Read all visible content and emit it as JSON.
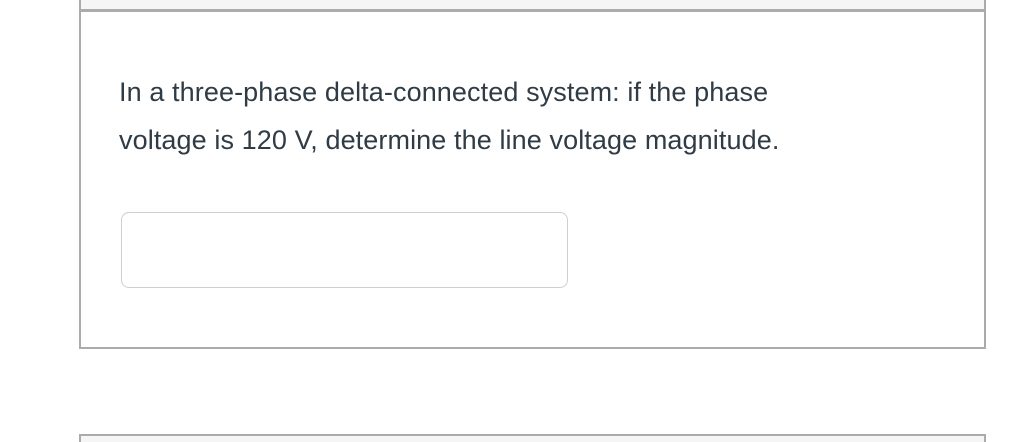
{
  "question_card": {
    "question": {
      "lines": [
        "In a three-phase delta-connected system: if the phase",
        "voltage is 120 V, determine the line voltage magnitude."
      ],
      "full_text": "In a three-phase delta-connected system: if the phase voltage is 120 V, determine the line voltage magnitude.",
      "phase_voltage_value_shown": "120 V"
    },
    "answer_input": {
      "value": "",
      "placeholder": ""
    }
  },
  "colors": {
    "page_background": "#ffffff",
    "card_background": "#ffffff",
    "card_border": "#ababab",
    "adjacent_card_fill": "#f5f5f5",
    "question_text": "#2f3b45",
    "input_border": "#cfcfcf"
  }
}
